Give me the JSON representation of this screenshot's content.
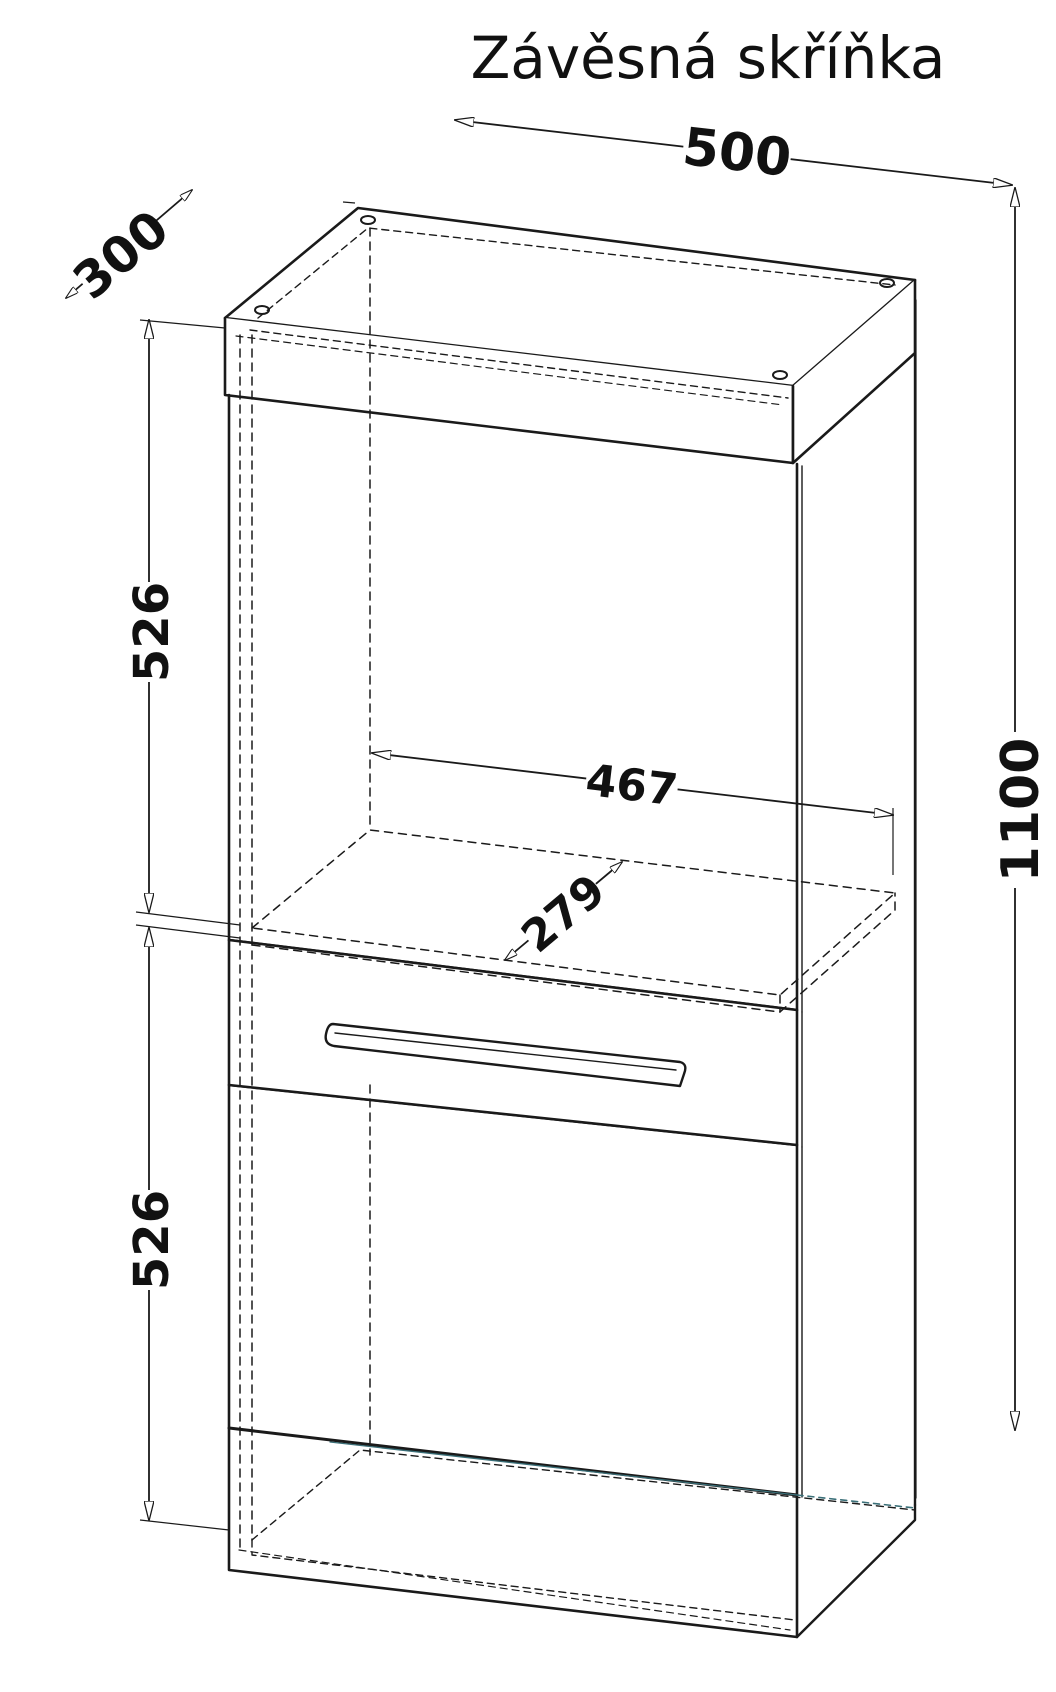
{
  "title": "Závěsná skříňka",
  "dimensions": {
    "width": "500",
    "depth": "300",
    "height": "1100",
    "upper_section": "526",
    "lower_section": "526",
    "inner_width": "467",
    "inner_depth": "279"
  },
  "colors": {
    "line": "#1a1a1a",
    "background": "#ffffff",
    "accent_line": "#3a6f78"
  }
}
